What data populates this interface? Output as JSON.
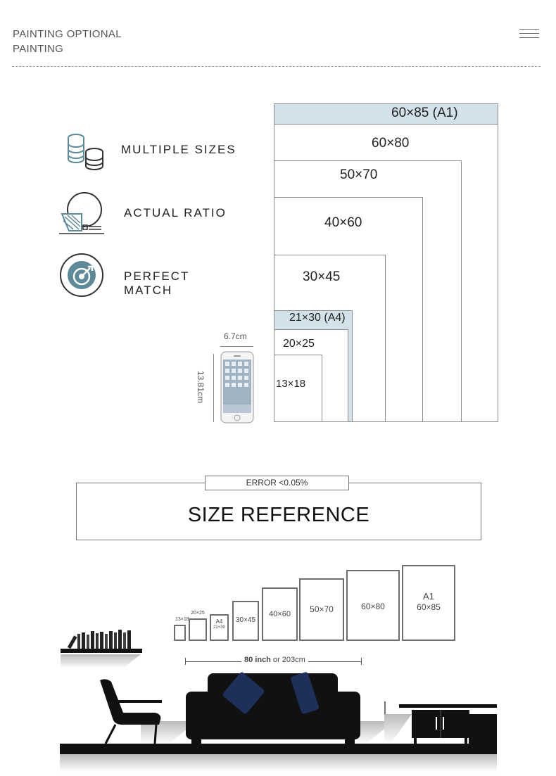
{
  "header": {
    "title_line1": "PAINTING OPTIONAL",
    "title_line2": "PAINTING",
    "menu_icon": "hamburger-menu-icon"
  },
  "features": [
    {
      "label": "MULTIPLE SIZES",
      "icon": "coin-stack-icon"
    },
    {
      "label": "ACTUAL RATIO",
      "icon": "ratio-shape-icon"
    },
    {
      "label": "PERFECT MATCH",
      "icon": "target-arrow-icon"
    }
  ],
  "sizes": [
    "60×85 (A1)",
    "60×80",
    "50×70",
    "40×60",
    "30×45",
    "21×30 (A4)",
    "20×25",
    "13×18"
  ],
  "phone": {
    "width_label": "6.7cm",
    "height_label": "13.81cm"
  },
  "reference": {
    "error": "ERROR <0.05%",
    "title": "SIZE REFERENCE"
  },
  "frames": [
    {
      "label": "13×18"
    },
    {
      "label": "20×25"
    },
    {
      "label_top": "A4",
      "label": "21×30"
    },
    {
      "label": "30×45"
    },
    {
      "label": "40×60"
    },
    {
      "label": "50×70"
    },
    {
      "label": "60×80"
    },
    {
      "label_top": "A1",
      "label": "60×85"
    }
  ],
  "measure": {
    "bold": "80 inch",
    "rest": "or 203cm"
  },
  "colors": {
    "accent_blue": "#d2e1ea",
    "icon_teal": "#5d8a99",
    "pillow_navy": "#1e2f5a"
  }
}
